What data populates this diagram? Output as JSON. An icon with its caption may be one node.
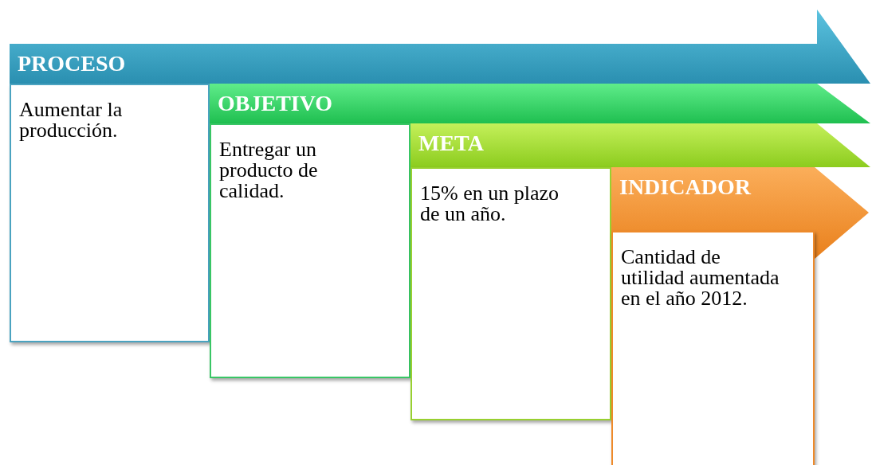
{
  "diagram": {
    "nodes": [
      {
        "text": [
          "PROCESO"
        ]
      },
      {
        "text": [
          "Aumentar la producción."
        ]
      },
      {
        "text": [
          "OBJETIVO"
        ]
      },
      {
        "text": [
          "Entregar un producto de calidad."
        ]
      },
      {
        "text": [
          "META"
        ]
      },
      {
        "text": [
          "15% en un plazo de un año."
        ]
      },
      {
        "text": [
          "INDICADOR"
        ]
      },
      {
        "text": [
          "Cantidad de utilidad aumentada en el año 2012."
        ]
      }
    ]
  }
}
